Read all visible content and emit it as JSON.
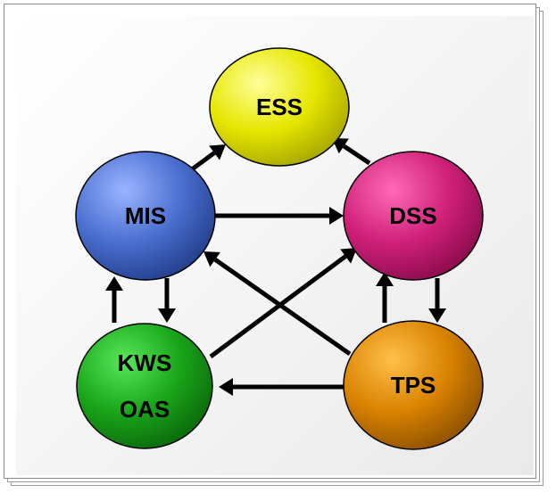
{
  "diagram": {
    "nodes": [
      {
        "id": "ess",
        "labels": [
          "ESS"
        ],
        "color": "#e6e600"
      },
      {
        "id": "mis",
        "labels": [
          "MIS"
        ],
        "color": "#4a6fd0"
      },
      {
        "id": "dss",
        "labels": [
          "DSS"
        ],
        "color": "#d0207a"
      },
      {
        "id": "kws",
        "labels": [
          "KWS",
          "OAS"
        ],
        "color": "#1aa61a"
      },
      {
        "id": "tps",
        "labels": [
          "TPS"
        ],
        "color": "#d98200"
      }
    ],
    "edges": [
      {
        "from": "mis",
        "to": "ess"
      },
      {
        "from": "dss",
        "to": "ess"
      },
      {
        "from": "mis",
        "to": "dss"
      },
      {
        "from": "mis",
        "to": "kws"
      },
      {
        "from": "kws",
        "to": "mis"
      },
      {
        "from": "dss",
        "to": "tps"
      },
      {
        "from": "tps",
        "to": "dss"
      },
      {
        "from": "tps",
        "to": "kws"
      },
      {
        "from": "tps",
        "to": "mis"
      },
      {
        "from": "kws",
        "to": "dss"
      }
    ]
  }
}
